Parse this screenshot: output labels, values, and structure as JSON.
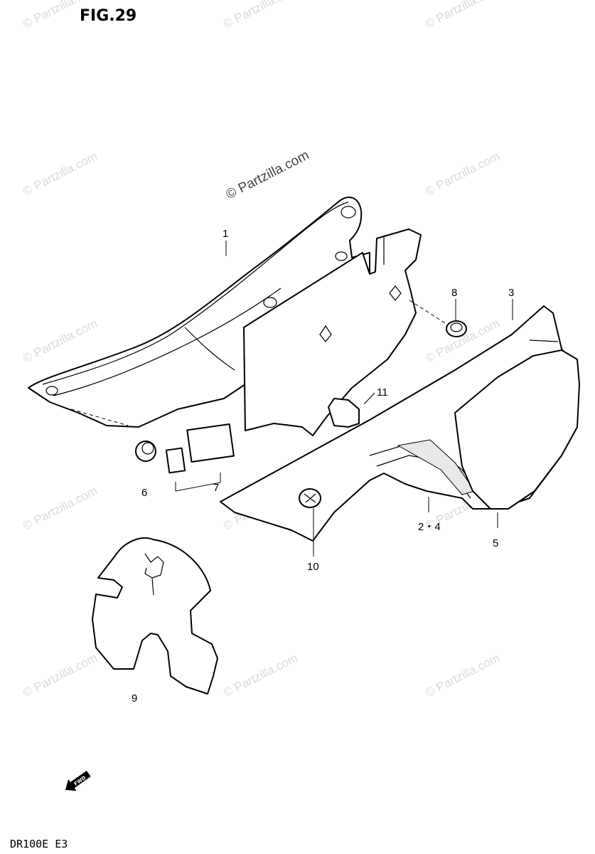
{
  "figure": {
    "title": "FIG.29"
  },
  "watermark": {
    "text": "© Partzilla.com"
  },
  "callouts": [
    "1",
    "3",
    "8",
    "11",
    "6",
    "7",
    "2・4",
    "5",
    "10",
    "9"
  ],
  "footer": {
    "model_code": "DR100E E3"
  },
  "fwd_arrow": {
    "label": "FWD"
  }
}
